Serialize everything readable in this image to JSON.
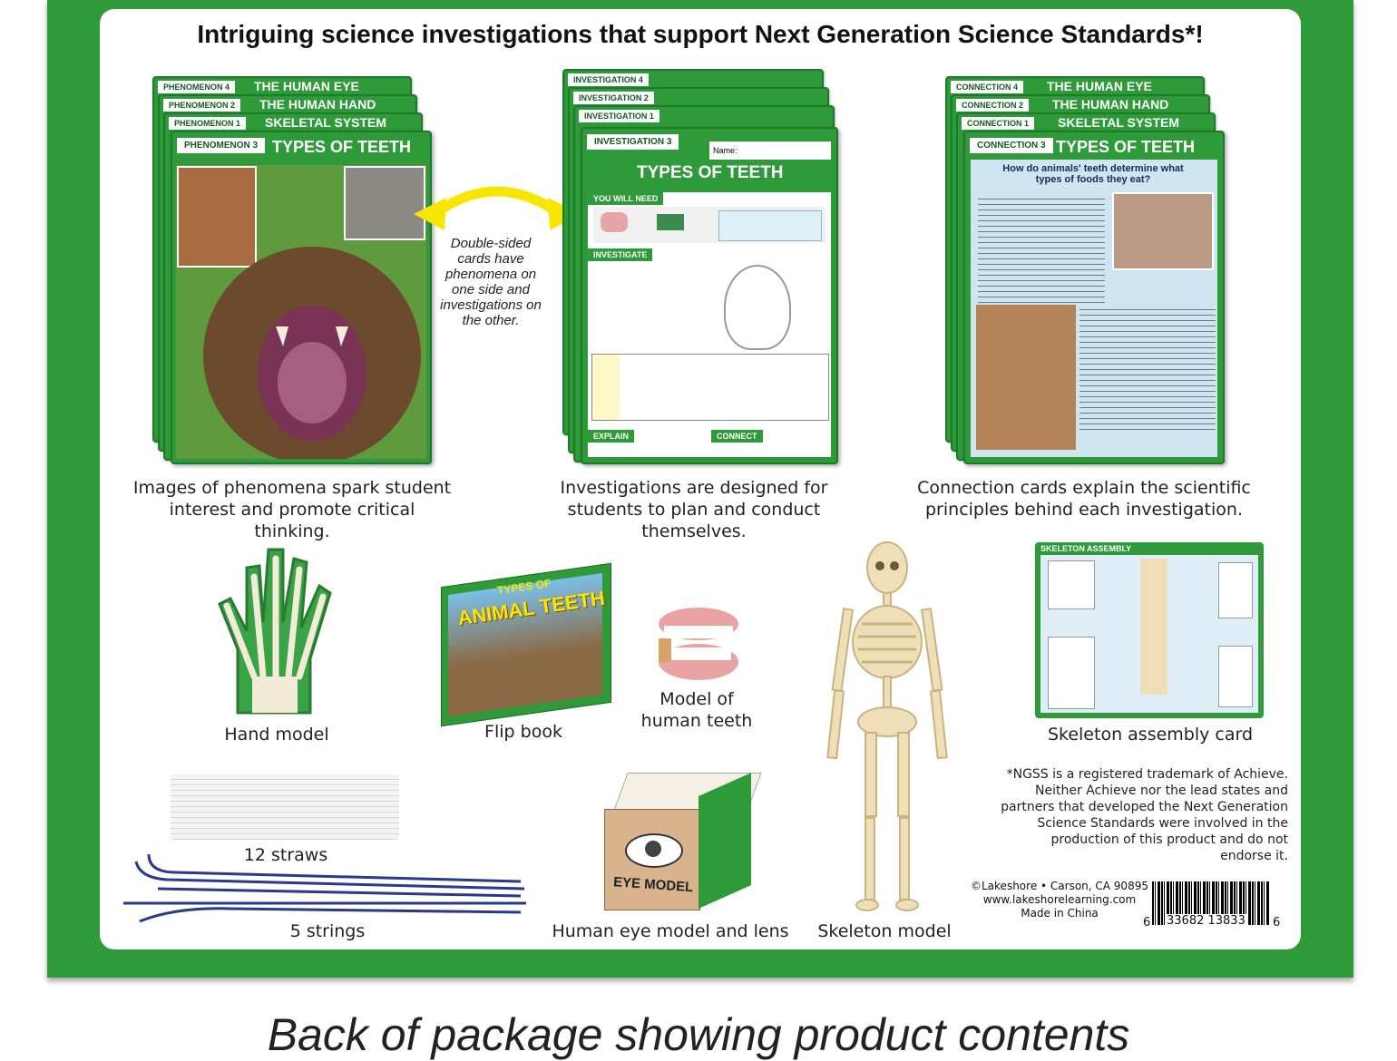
{
  "headline": "Intriguing science investigations that support Next Generation Science Standards*!",
  "phenomenon_cards": {
    "back_cards": [
      {
        "tag": "PHENOMENON 4",
        "title": "THE HUMAN EYE"
      },
      {
        "tag": "PHENOMENON 2",
        "title": "THE HUMAN HAND"
      },
      {
        "tag": "PHENOMENON 1",
        "title": "SKELETAL SYSTEM"
      }
    ],
    "front": {
      "tag": "PHENOMENON 3",
      "title": "TYPES OF TEETH"
    }
  },
  "investigation_cards": {
    "back_cards": [
      {
        "tag": "INVESTIGATION 4"
      },
      {
        "tag": "INVESTIGATION 2"
      },
      {
        "tag": "INVESTIGATION 1"
      }
    ],
    "front": {
      "tag": "INVESTIGATION 3",
      "title": "TYPES OF TEETH",
      "name_label": "Name:",
      "section_need": "YOU WILL NEED",
      "section_investigate": "INVESTIGATE",
      "section_explain": "EXPLAIN",
      "section_connect": "CONNECT"
    }
  },
  "connection_cards": {
    "back_cards": [
      {
        "tag": "CONNECTION 4",
        "title": "THE HUMAN EYE"
      },
      {
        "tag": "CONNECTION 2",
        "title": "THE HUMAN HAND"
      },
      {
        "tag": "CONNECTION 1",
        "title": "SKELETAL SYSTEM"
      }
    ],
    "front": {
      "tag": "CONNECTION 3",
      "title": "TYPES OF TEETH",
      "question": "How do animals' teeth determine what types of foods they eat?"
    }
  },
  "double_sided_note": "Double-sided cards have phenomena on one side and investigations on the other.",
  "captions": {
    "phenomena": "Images of phenomena spark student interest and promote critical thinking.",
    "investigations": "Investigations are designed for students to plan and conduct themselves.",
    "connections": "Connection cards explain the scientific principles behind each investigation."
  },
  "items": {
    "hand_model": "Hand model",
    "flip_book": "Flip book",
    "flip_book_cover_top": "TYPES OF",
    "flip_book_cover_main": "ANIMAL TEETH",
    "teeth_model": "Model of human teeth",
    "skeleton_card": "Skeleton assembly card",
    "skeleton_card_title": "SKELETON ASSEMBLY",
    "straws": "12 straws",
    "strings": "5 strings",
    "eye_model": "Human eye model and lens",
    "eye_model_box": "EYE MODEL",
    "skeleton_model": "Skeleton model"
  },
  "trademark_note": "*NGSS is a registered trademark of Achieve. Neither Achieve nor the lead states and partners that developed the Next Generation Science Standards were involved in the production of this product and do not endorse it.",
  "company": {
    "line1": "©Lakeshore • Carson, CA 90895",
    "line2": "www.lakeshorelearning.com",
    "line3": "Made in China"
  },
  "barcode": {
    "left": "6",
    "middle": "33682 13833",
    "right": "6"
  },
  "footer": "Back of package showing product contents",
  "colors": {
    "green": "#2e9a3a",
    "arrow": "#f7e600"
  }
}
